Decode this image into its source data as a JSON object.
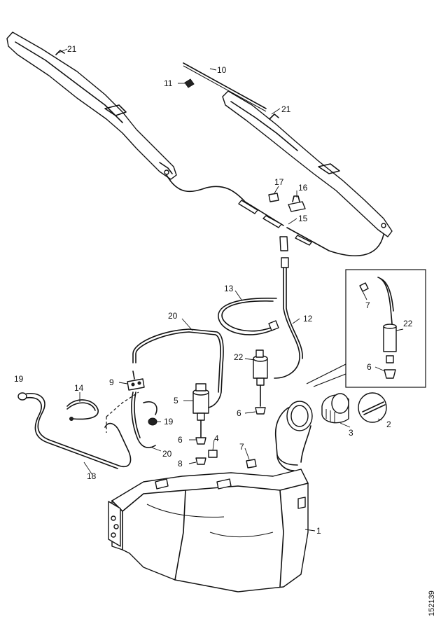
{
  "figure_number": "152139",
  "callouts": {
    "c1": "1",
    "c2": "2",
    "c3": "3",
    "c4": "4",
    "c5": "5",
    "c6a": "6",
    "c6b": "6",
    "c6c": "6",
    "c7a": "7",
    "c7b": "7",
    "c8": "8",
    "c9": "9",
    "c10": "10",
    "c11": "11",
    "c12": "12",
    "c13": "13",
    "c14": "14",
    "c15": "15",
    "c16": "16",
    "c17": "17",
    "c18": "18",
    "c19a": "19",
    "c19b": "19",
    "c20a": "20",
    "c20b": "20",
    "c21a": "21",
    "c21b": "21",
    "c22a": "22",
    "c22b": "22"
  }
}
